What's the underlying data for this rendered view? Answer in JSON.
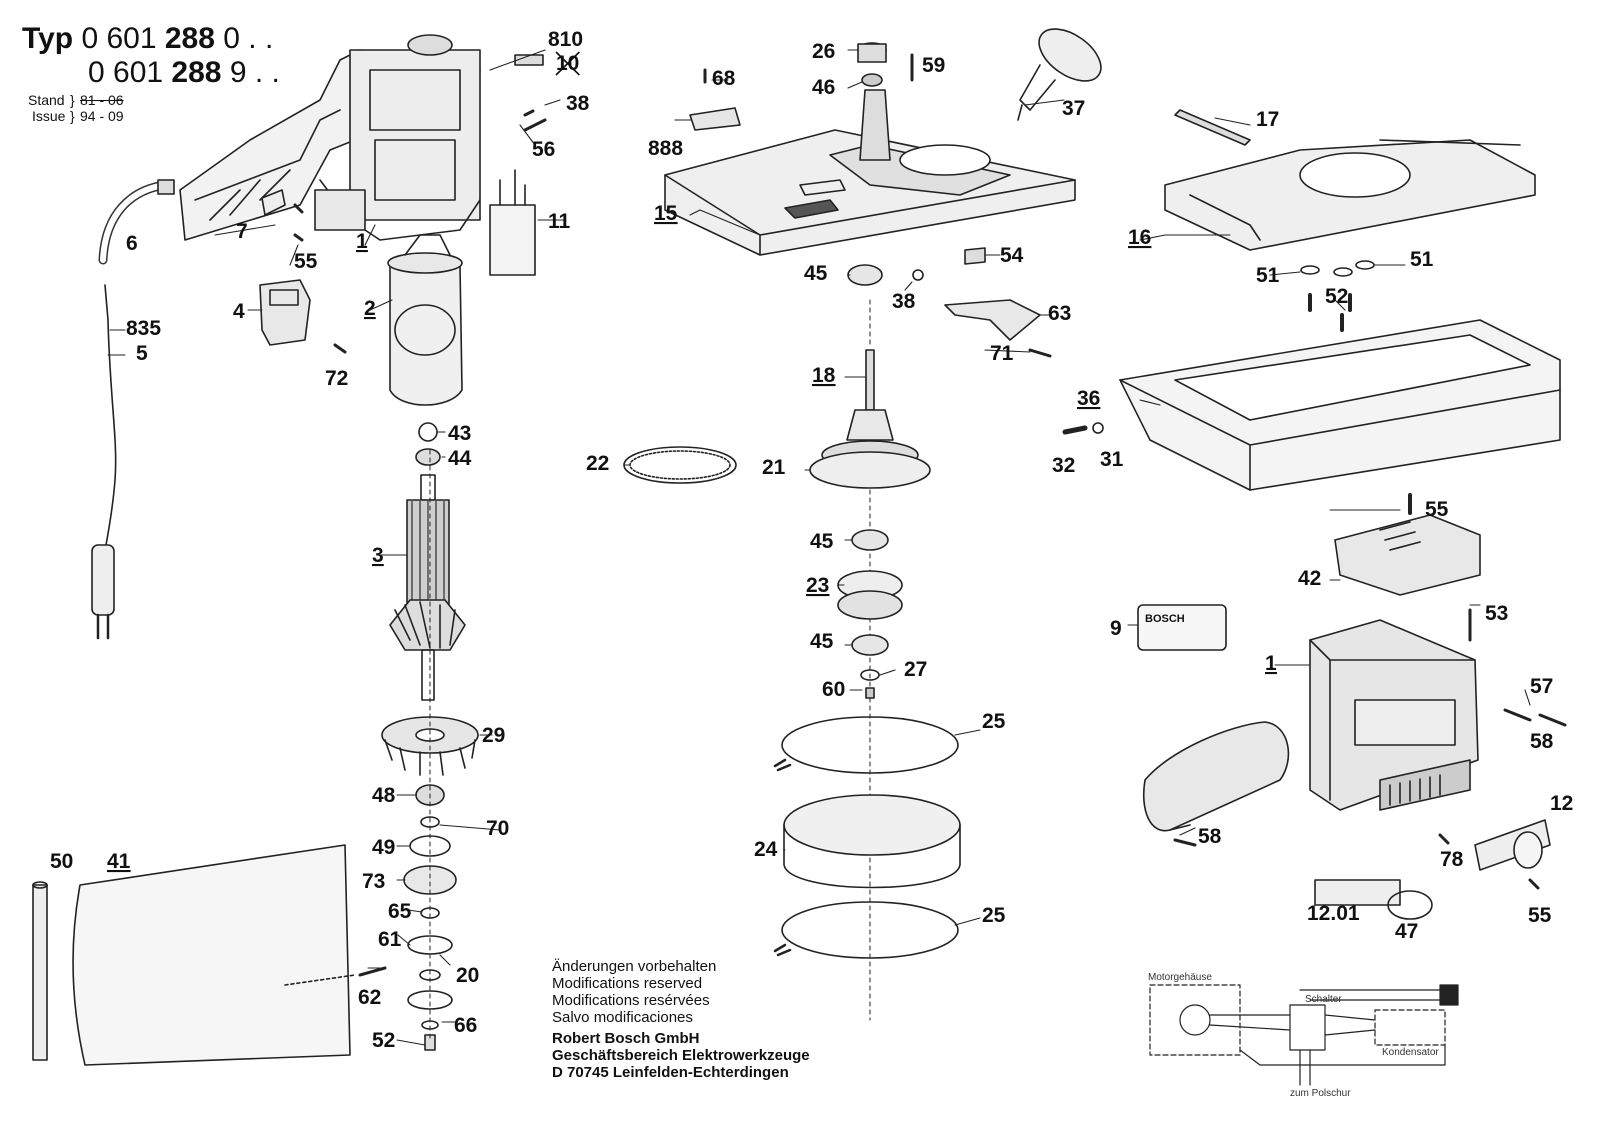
{
  "header": {
    "typ_label": "Typ",
    "line1": {
      "prefix": "0 601 ",
      "bold": "288",
      "suffix": " 0 . ."
    },
    "line2": {
      "prefix": "0 601 ",
      "bold": "288",
      "suffix": " 9 . ."
    },
    "stand_label": "Stand",
    "stand_value": "81 - 06",
    "issue_label": "Issue",
    "issue_value": "94 - 09"
  },
  "footer": {
    "notes": [
      "Änderungen vorbehalten",
      "Modifications reserved",
      "Modifications resérvées",
      "Salvo modificaciones"
    ],
    "company": [
      "Robert Bosch GmbH",
      "Geschäftsbereich Elektrowerkzeuge",
      "D 70745 Leinfelden-Echterdingen"
    ]
  },
  "brand_plate": "BOSCH",
  "wiring": {
    "motor_label": "Motorgehäuse",
    "switch_label": "Schalter",
    "capacitor_label": "Kondensator",
    "cord_label": "zum Polschur"
  },
  "callouts": [
    {
      "id": "c810",
      "label": "810",
      "underline": false
    },
    {
      "id": "c10",
      "label": "10",
      "underline": false,
      "struck": true
    },
    {
      "id": "c38a",
      "label": "38",
      "underline": false
    },
    {
      "id": "c56",
      "label": "56",
      "underline": false
    },
    {
      "id": "c11",
      "label": "11",
      "underline": false
    },
    {
      "id": "c6",
      "label": "6",
      "underline": false
    },
    {
      "id": "c7",
      "label": "7",
      "underline": false
    },
    {
      "id": "c1a",
      "label": "1",
      "underline": true
    },
    {
      "id": "c55a",
      "label": "55",
      "underline": false
    },
    {
      "id": "c4",
      "label": "4",
      "underline": false
    },
    {
      "id": "c2",
      "label": "2",
      "underline": true
    },
    {
      "id": "c72",
      "label": "72",
      "underline": false
    },
    {
      "id": "c835",
      "label": "835",
      "underline": false
    },
    {
      "id": "c5",
      "label": "5",
      "underline": false
    },
    {
      "id": "c43",
      "label": "43",
      "underline": false
    },
    {
      "id": "c44",
      "label": "44",
      "underline": false
    },
    {
      "id": "c3",
      "label": "3",
      "underline": true
    },
    {
      "id": "c29",
      "label": "29",
      "underline": false
    },
    {
      "id": "c48",
      "label": "48",
      "underline": false
    },
    {
      "id": "c70",
      "label": "70",
      "underline": false
    },
    {
      "id": "c49",
      "label": "49",
      "underline": false
    },
    {
      "id": "c73",
      "label": "73",
      "underline": false
    },
    {
      "id": "c65",
      "label": "65",
      "underline": false
    },
    {
      "id": "c61",
      "label": "61",
      "underline": false
    },
    {
      "id": "c20",
      "label": "20",
      "underline": false
    },
    {
      "id": "c62",
      "label": "62",
      "underline": false
    },
    {
      "id": "c66",
      "label": "66",
      "underline": false
    },
    {
      "id": "c52a",
      "label": "52",
      "underline": false
    },
    {
      "id": "c50",
      "label": "50",
      "underline": false
    },
    {
      "id": "c41",
      "label": "41",
      "underline": true
    },
    {
      "id": "c26",
      "label": "26",
      "underline": false
    },
    {
      "id": "c46",
      "label": "46",
      "underline": false
    },
    {
      "id": "c59",
      "label": "59",
      "underline": false
    },
    {
      "id": "c68",
      "label": "68",
      "underline": false
    },
    {
      "id": "c888",
      "label": "888",
      "underline": false
    },
    {
      "id": "c37",
      "label": "37",
      "underline": false
    },
    {
      "id": "c15",
      "label": "15",
      "underline": true
    },
    {
      "id": "c54",
      "label": "54",
      "underline": false
    },
    {
      "id": "c45a",
      "label": "45",
      "underline": false
    },
    {
      "id": "c38b",
      "label": "38",
      "underline": false
    },
    {
      "id": "c63",
      "label": "63",
      "underline": false
    },
    {
      "id": "c71",
      "label": "71",
      "underline": false
    },
    {
      "id": "c18",
      "label": "18",
      "underline": true
    },
    {
      "id": "c22",
      "label": "22",
      "underline": false
    },
    {
      "id": "c21",
      "label": "21",
      "underline": false
    },
    {
      "id": "c45b",
      "label": "45",
      "underline": false
    },
    {
      "id": "c23",
      "label": "23",
      "underline": true
    },
    {
      "id": "c45c",
      "label": "45",
      "underline": false
    },
    {
      "id": "c27",
      "label": "27",
      "underline": false
    },
    {
      "id": "c60",
      "label": "60",
      "underline": false
    },
    {
      "id": "c25a",
      "label": "25",
      "underline": false
    },
    {
      "id": "c24",
      "label": "24",
      "underline": false
    },
    {
      "id": "c25b",
      "label": "25",
      "underline": false
    },
    {
      "id": "c17",
      "label": "17",
      "underline": false
    },
    {
      "id": "c16",
      "label": "16",
      "underline": true
    },
    {
      "id": "c51a",
      "label": "51",
      "underline": false
    },
    {
      "id": "c51b",
      "label": "51",
      "underline": false
    },
    {
      "id": "c52b",
      "label": "52",
      "underline": false
    },
    {
      "id": "c36",
      "label": "36",
      "underline": true
    },
    {
      "id": "c32",
      "label": "32",
      "underline": false
    },
    {
      "id": "c31",
      "label": "31",
      "underline": false
    },
    {
      "id": "c55b",
      "label": "55",
      "underline": false
    },
    {
      "id": "c42",
      "label": "42",
      "underline": false
    },
    {
      "id": "c9",
      "label": "9",
      "underline": false
    },
    {
      "id": "c53",
      "label": "53",
      "underline": false
    },
    {
      "id": "c1b",
      "label": "1",
      "underline": true
    },
    {
      "id": "c57",
      "label": "57",
      "underline": false
    },
    {
      "id": "c58a",
      "label": "58",
      "underline": false
    },
    {
      "id": "c58b",
      "label": "58",
      "underline": false
    },
    {
      "id": "c12",
      "label": "12",
      "underline": false
    },
    {
      "id": "c78",
      "label": "78",
      "underline": false
    },
    {
      "id": "c1201",
      "label": "12.01",
      "underline": false
    },
    {
      "id": "c47",
      "label": "47",
      "underline": false
    },
    {
      "id": "c55c",
      "label": "55",
      "underline": false
    }
  ]
}
